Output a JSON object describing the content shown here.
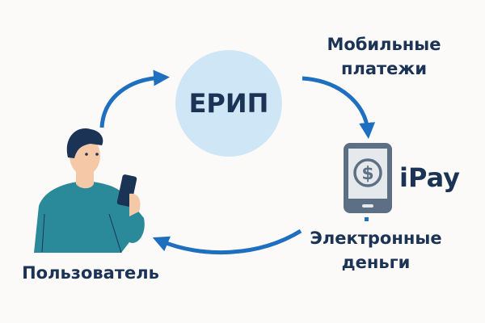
{
  "center_node": {
    "label": "ЕРИП"
  },
  "mobile_payments": {
    "line1": "Мобильные",
    "line2": "платежи"
  },
  "electronic_money": {
    "line1": "Электронные",
    "line2": "деньги"
  },
  "service": {
    "label": "iPay",
    "icon": "dollar-coin-icon"
  },
  "user": {
    "label": "Пользователь"
  },
  "colors": {
    "arrow": "#1e6fbf",
    "circle": "#cfe6f6",
    "text": "#1b3355",
    "phone": "#5d6f84",
    "shirt": "#2a8a99"
  }
}
